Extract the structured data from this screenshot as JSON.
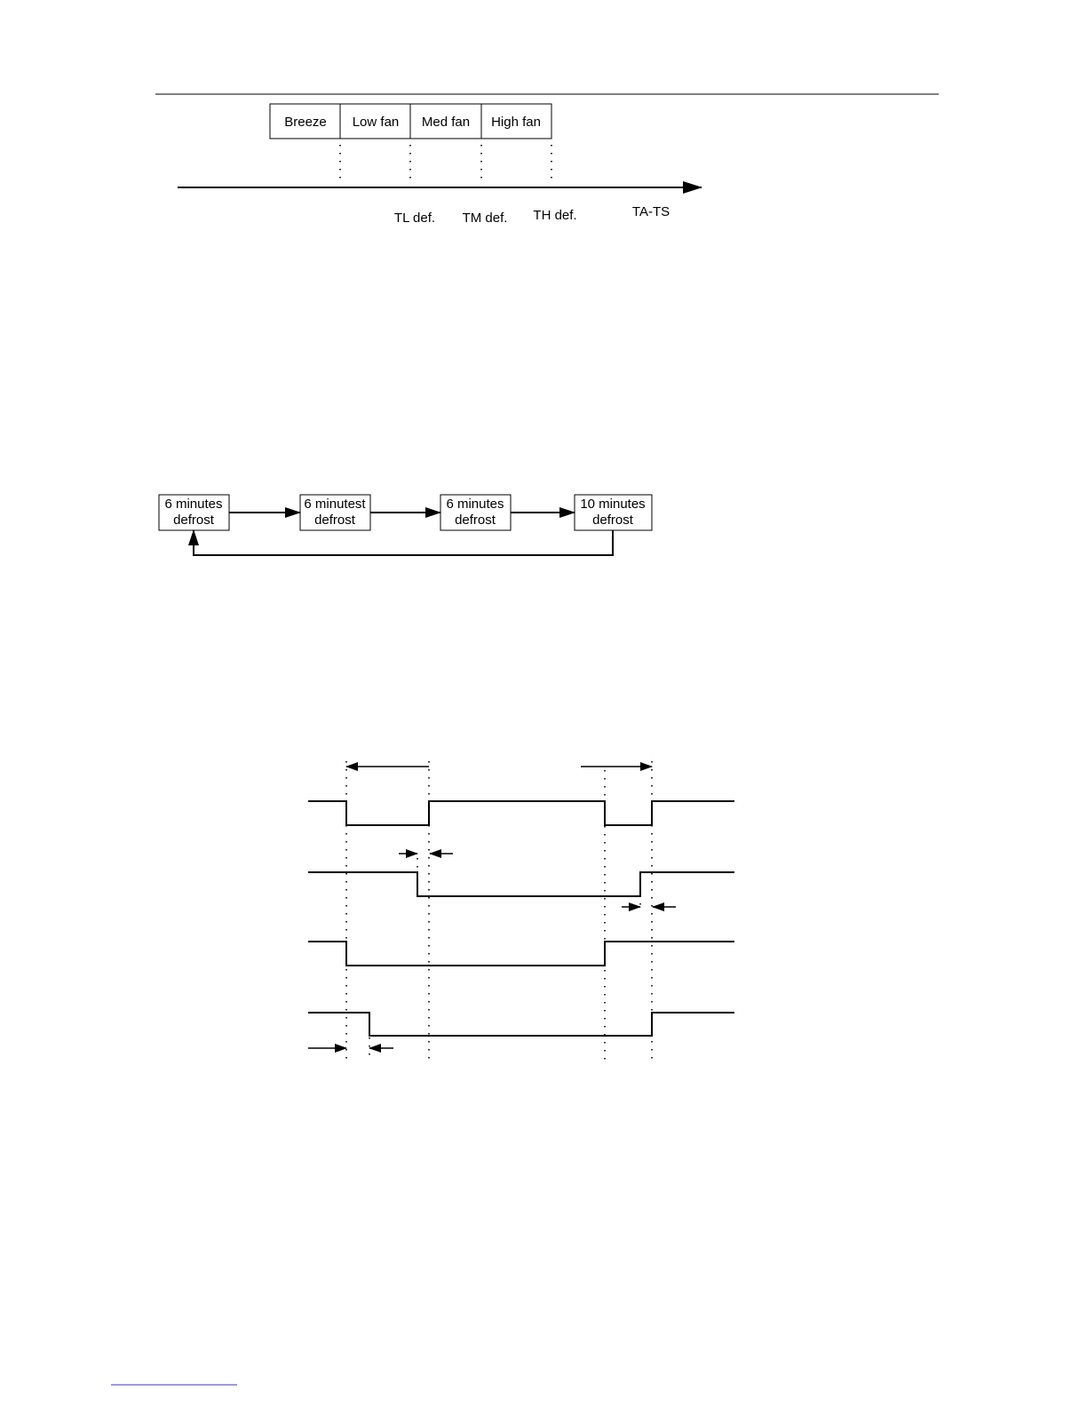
{
  "fan_diagram": {
    "fan_speeds": [
      "Breeze",
      "Low fan",
      "Med fan",
      "High fan"
    ],
    "thresholds": [
      "TL def.",
      "TM def.",
      "TH def."
    ],
    "axis_label": "TA-TS"
  },
  "defrost_cycle": {
    "steps": [
      {
        "line1": "6 minutes",
        "line2": "defrost"
      },
      {
        "line1": "6 minutest",
        "line2": "defrost"
      },
      {
        "line1": "6 minutes",
        "line2": "defrost"
      },
      {
        "line1": "10 minutes",
        "line2": "defrost"
      }
    ]
  },
  "timing_diagram": {
    "signal_count": 4
  }
}
